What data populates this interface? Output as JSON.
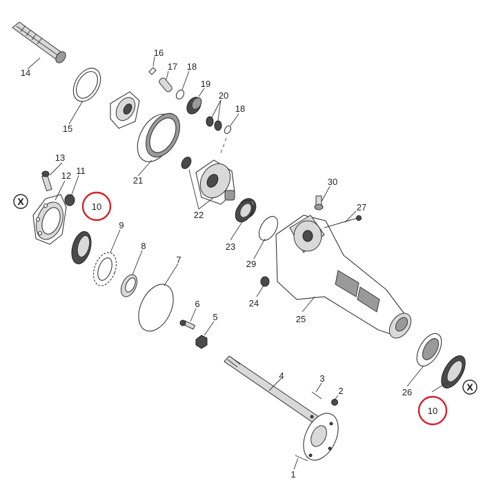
{
  "diagram": {
    "accent_color": "#d6202a",
    "callouts": {
      "c1": "1",
      "c2": "2",
      "c3": "3",
      "c4": "4",
      "c5": "5",
      "c6": "6",
      "c7": "7",
      "c8": "8",
      "c9": "9",
      "c10a": "10",
      "c10b": "10",
      "c11": "11",
      "c12": "12",
      "c13": "13",
      "c14": "14",
      "c15": "15",
      "c16": "16",
      "c17": "17",
      "c18a": "18",
      "c18b": "18",
      "c19": "19",
      "c20": "20",
      "c21": "21",
      "c22": "22",
      "c23": "23",
      "c24": "24",
      "c25": "25",
      "c26": "26",
      "c27": "27",
      "c29": "29",
      "c30": "30"
    },
    "markers": {
      "left": "X",
      "right": "X"
    }
  }
}
